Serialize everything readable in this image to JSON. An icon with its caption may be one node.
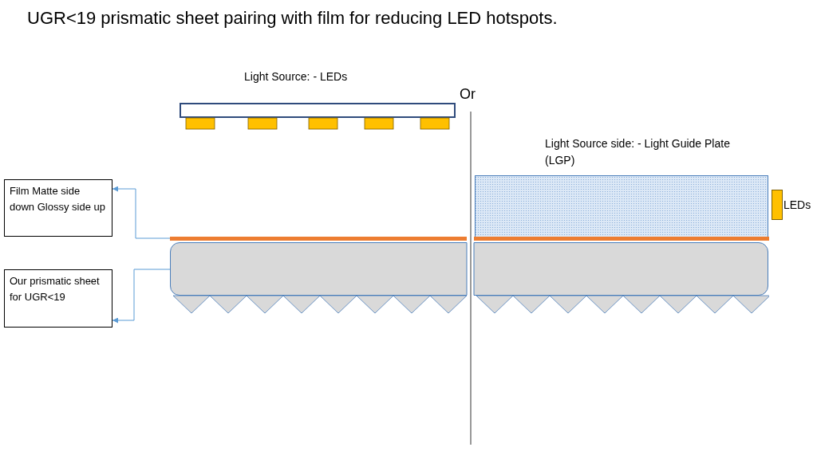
{
  "diagram": {
    "title": "UGR<19 prismatic sheet pairing with film for reducing LED hotspots.",
    "nodes": [
      {
        "text": [
          "Light Source: - LEDs"
        ]
      },
      {
        "text": [
          "Light Source side: - Light Guide Plate (LGP)"
        ]
      },
      {
        "text": [
          "LEDs"
        ]
      },
      {
        "text": [
          "Film Matte side down Glossy side up"
        ]
      },
      {
        "text": [],
        "shape": "bar"
      },
      {
        "text": [
          "Our prismatic sheet for UGR<19"
        ]
      },
      {
        "text": [],
        "shape": "box"
      }
    ],
    "edges": [
      {
        "from": 4,
        "to": 3,
        "arrow": "to"
      },
      {
        "from": 6,
        "to": 5,
        "arrow": "to"
      }
    ],
    "labels": [
      "Or"
    ]
  }
}
